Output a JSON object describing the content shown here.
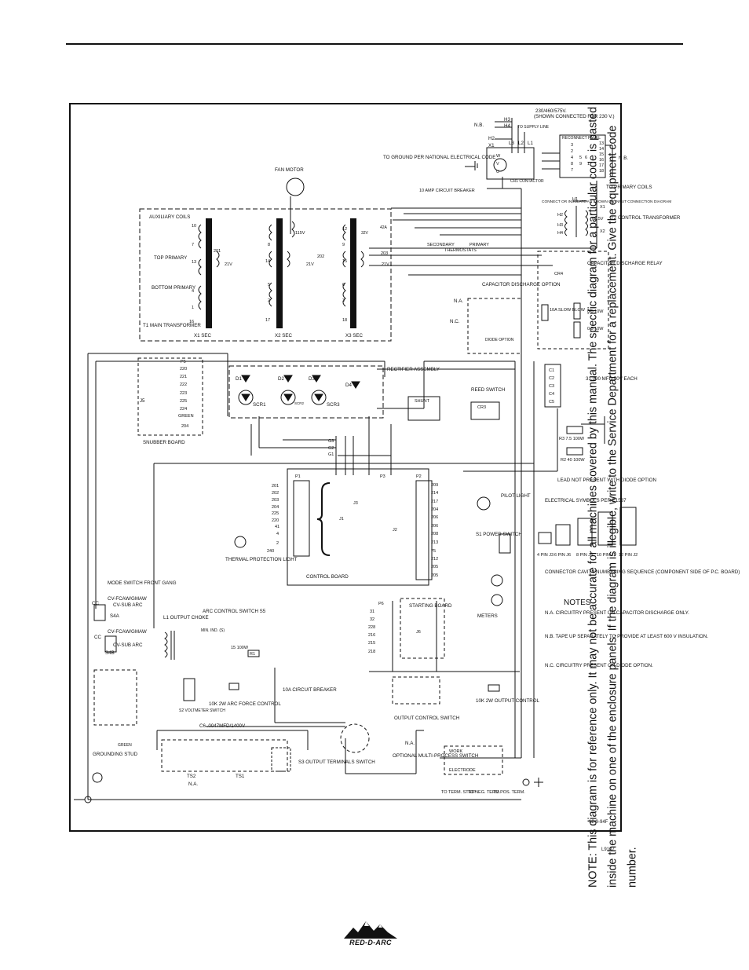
{
  "note_text": "NOTE: This diagram is for reference only. It may not be accurate for all machines covered by this manual. The specific diagram for a particular code is pasted inside the machine on one of the enclosure panels. If the diagram is illegible, write to the Service Department for a replacement. Give the equipment code number.",
  "logo_text": "RED-D-ARC",
  "date_code": "12-9-94F",
  "drawing_number": "L9107",
  "supply": {
    "voltage_label": "230/460/575V.",
    "shown_connected": "(SHOWN CONNECTED FOR 230 V.)",
    "to_supply_line": "TO SUPPLY LINE",
    "lines": [
      "L3",
      "L2",
      "L1"
    ],
    "h_labels": [
      "H3",
      "H4",
      "H2",
      "X1"
    ],
    "nb": "N.B.",
    "uvw": [
      "W",
      "V",
      "U"
    ]
  },
  "labels": {
    "ground": "TO GROUND PER NATIONAL ELECTRICAL CODE",
    "reconnect_panel": "RECONNECT PANEL",
    "reconnect_terminals": [
      "3",
      "2",
      "4",
      "5",
      "6",
      "7",
      "8",
      "9",
      "1",
      "13",
      "14",
      "15",
      "16",
      "17",
      "18"
    ],
    "to_primary_coils": "TO PRIMARY COILS",
    "contactor": "CR1 CONTACTOR",
    "connect_or_insulate": "CONNECT OR INSULATE AS SHOWN ON INPUT CONNECTION DIAGRAM",
    "t2": "T2 CONTROL TRANSFORMER",
    "t2_voltage": "115V",
    "t2_pins": [
      "H1",
      "H2",
      "H3",
      "H4",
      "X1",
      "X2"
    ],
    "fan_motor": "FAN MOTOR",
    "circuit_breaker_10a": "10 AMP CIRCUIT BREAKER",
    "thermostats": "SECONDARY THERMOSTATS PRIMARY",
    "thermostat_parts": [
      "SECONDARY",
      "THERMOSTATS",
      "PRIMARY"
    ],
    "auxiliary_coils": "AUXILIARY COILS",
    "top_primary": "TOP PRIMARY",
    "bottom_primary": "BOTTOM PRIMARY",
    "t1_main": "T1 MAIN TRANSFORMER",
    "x1_sec": "X1 SEC",
    "x2_sec": "X2 SEC",
    "x3_sec": "X3 SEC",
    "coil_voltages": [
      "115V",
      "21V",
      "21V",
      "21V",
      "32V"
    ],
    "coil_wires": [
      "10",
      "7",
      "13",
      "4",
      "1",
      "16",
      "8",
      "14",
      "5",
      "2",
      "17",
      "12",
      "9",
      "15",
      "6",
      "3",
      "18",
      "201",
      "202",
      "203",
      "42A"
    ],
    "cap_discharge_relay": "CAPACITOR DISCHARGE RELAY",
    "cr4": "CR4",
    "cap_discharge_option": "CAPACITOR DISCHARGE OPTION",
    "na": "N.A.",
    "nc": "N.C.",
    "diode_option": "DIODE OPTION",
    "fuse_10a": "10A SLOW BLOW",
    "resistors": "0.5 10W",
    "rectifier": "RECTIFIER ASSEMBLY",
    "diodes": [
      "D1",
      "D2",
      "D3",
      "D4"
    ],
    "scrs": [
      "SCR1",
      "SCR2",
      "SCR3"
    ],
    "snubber": "SNUBBER BOARD",
    "p5": "P5",
    "j5": "J5",
    "snubber_wires": [
      "220",
      "221",
      "222",
      "223",
      "225",
      "224",
      "GREEN",
      "204"
    ],
    "reed_switch": "REED SWITCH",
    "cr3": "CR3",
    "shunt": "SHUNT",
    "capacitors": "31,000 MFD 50V EACH",
    "cap_labels": [
      "C1",
      "C2",
      "C3",
      "C4",
      "C5"
    ],
    "r3": "R3 7.5 100W",
    "r2": "R2 40 100W",
    "lead_not_present": "LEAD NOT PRESENT WITH DIODE OPTION",
    "g_labels": [
      "G3",
      "G2",
      "G1"
    ],
    "control_board": "CONTROL BOARD",
    "p1": "P1",
    "p2": "P2",
    "p3": "P3",
    "j1": "J1",
    "j2": "J2",
    "j3": "J3",
    "p1_wires": [
      "201",
      "202",
      "203",
      "204",
      "225",
      "220",
      "41",
      "4",
      "2",
      "",
      "240"
    ],
    "p2_wires": [
      "209",
      "214",
      "217",
      "204",
      "206",
      "206",
      "208",
      "213",
      "75",
      "212",
      "205",
      "205"
    ],
    "thermal_light": "THERMAL PROTECTION LIGHT",
    "pilot_light": "PILOT LIGHT",
    "s1": "S1 POWER SWITCH",
    "electrical_symbols": "ELECTRICAL SYMBOLS PER E1537",
    "connector_pins": [
      "4 PIN J3",
      "6 PIN J6",
      "8 PIN J5",
      "10 PIN J1",
      "12 PIN J2"
    ],
    "connector_sequence": "CONNECTOR CAVITY NUMBERING SEQUENCE (COMPONENT SIDE OF P.C. BOARD)",
    "notes_title": "NOTES",
    "notes": [
      "N.A.   CIRCUITRY PRESENT ON CAPACITOR DISCHARGE ONLY.",
      "N.B.   TAPE UP SEPARATELY TO PROVIDE AT LEAST 600 V INSULATION.",
      "N.C.   CIRCUITRY PRESENT ON DIODE OPTION."
    ],
    "meters": "METERS",
    "mode_switch": "MODE SWITCH FRONT GANG",
    "cv_fcaw_gmaw": "CV-FCAW/GMAW",
    "cv_sub_arc": "CV-SUB ARC",
    "cc": "CC",
    "s4a": "S4A",
    "s4b": "S4B",
    "l1": "L1 OUTPUT CHOKE",
    "arc_control": "ARC CONTROL SWITCH S5",
    "min_ind": "MIN. IND. (S)",
    "r1": "R1",
    "r_100w": "15 100W",
    "starting_board": "STARTING BOARD",
    "p6": "P6",
    "j6": "J6",
    "starting_wires": [
      "31",
      "32",
      "228",
      "216",
      "215",
      "218"
    ],
    "arc_force": "10K 2W ARC FORCE CONTROL",
    "circuit_breaker_10a2": "10A CIRCUIT BREAKER",
    "voltmeter_switch": "S2 VOLTMETER SWITCH",
    "c6": "C6 .0047MFD/1400V",
    "ts2": "TS2",
    "ts1": "TS1",
    "s3": "S3 OUTPUT TERMINALS SWITCH",
    "grounding_stud": "GROUNDING STUD",
    "green": "GREEN",
    "output_control_switch": "OUTPUT CONTROL SWITCH",
    "output_control": "10K 2W OUTPUT CONTROL",
    "optional_multi": "OPTIONAL MULTI-PROCESS SWITCH",
    "work": "WORK",
    "electrode": "ELECTRODE",
    "to_term_strip": "TO TERM. STRIP",
    "to_neg_term": "TO NEG. TERM.",
    "to_pos_term": "TO POS. TERM."
  }
}
